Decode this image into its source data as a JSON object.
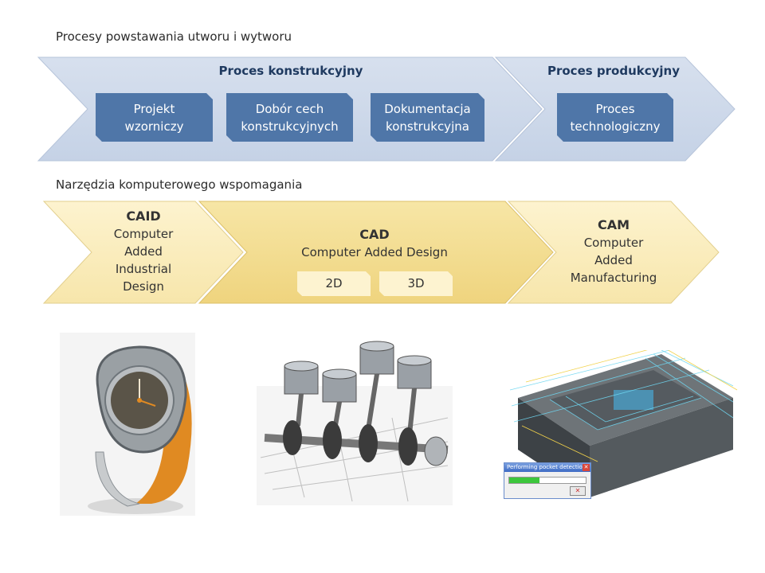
{
  "process_section": {
    "label": "Procesy powstawania utworu i wytworu",
    "design_process": {
      "title": "Proces konstrukcyjny",
      "steps": [
        "Projekt\nwzorniczy",
        "Dobór cech\nkonstrukcyjnych",
        "Dokumentacja\nkonstrukcyjna"
      ]
    },
    "production_process": {
      "title": "Proces produkcyjny",
      "steps": [
        "Proces\ntechnologiczny"
      ]
    }
  },
  "tools_section": {
    "label": "Narzędzia komputerowego wspomagania",
    "caid": {
      "title": "CAID",
      "desc": "Computer\nAdded\nIndustrial\nDesign"
    },
    "cad": {
      "title": "CAD",
      "desc": "Computer Added Design",
      "modes": [
        "2D",
        "3D"
      ]
    },
    "cam": {
      "title": "CAM",
      "desc": "Computer\nAdded\nManufacturing"
    }
  },
  "illustrations": {
    "watch": "wristwatch-render",
    "engine": "crankshaft-pistons-render",
    "machining": "cnc-toolpath-render"
  },
  "cam_dialog": {
    "title": "Performing pocket detection.",
    "progress": 0.4,
    "close_glyph": "✕"
  },
  "colors": {
    "process_chevron": "#cfd9ea",
    "process_box": "#4f76a8",
    "tool_chevron_light": "#fbeec4",
    "tool_chevron_mid": "#f3dd8f"
  }
}
